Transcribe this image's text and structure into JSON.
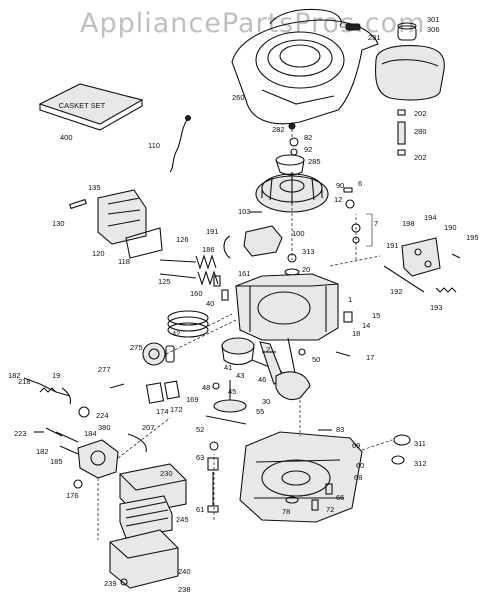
{
  "watermark": "AppliancePartsPros.com",
  "cap_text": "CASKET SET",
  "parts": [
    {
      "id": "p301",
      "label": "301"
    },
    {
      "id": "p306",
      "label": "306"
    },
    {
      "id": "p281",
      "label": "281"
    },
    {
      "id": "p260",
      "label": "260"
    },
    {
      "id": "p282a",
      "label": "282"
    },
    {
      "id": "p202a",
      "label": "202"
    },
    {
      "id": "p280",
      "label": "280"
    },
    {
      "id": "p202b",
      "label": "202"
    },
    {
      "id": "p400",
      "label": "400"
    },
    {
      "id": "p82",
      "label": "82"
    },
    {
      "id": "p92",
      "label": "92"
    },
    {
      "id": "p285",
      "label": "285"
    },
    {
      "id": "p110",
      "label": "110"
    },
    {
      "id": "p90",
      "label": "90"
    },
    {
      "id": "p6",
      "label": "6"
    },
    {
      "id": "p12",
      "label": "12"
    },
    {
      "id": "p135",
      "label": "135"
    },
    {
      "id": "p130",
      "label": "130"
    },
    {
      "id": "p103",
      "label": "103"
    },
    {
      "id": "p7",
      "label": "7"
    },
    {
      "id": "p198",
      "label": "198"
    },
    {
      "id": "p194",
      "label": "194"
    },
    {
      "id": "p190",
      "label": "190"
    },
    {
      "id": "p120",
      "label": "120"
    },
    {
      "id": "p118",
      "label": "118"
    },
    {
      "id": "p191a",
      "label": "191"
    },
    {
      "id": "p100",
      "label": "100"
    },
    {
      "id": "p191b",
      "label": "191"
    },
    {
      "id": "p195",
      "label": "195"
    },
    {
      "id": "p126",
      "label": "126"
    },
    {
      "id": "p186",
      "label": "186"
    },
    {
      "id": "p313",
      "label": "313"
    },
    {
      "id": "p125",
      "label": "125"
    },
    {
      "id": "p20",
      "label": "20"
    },
    {
      "id": "p161",
      "label": "161"
    },
    {
      "id": "p192",
      "label": "192"
    },
    {
      "id": "p1",
      "label": "1"
    },
    {
      "id": "p160",
      "label": "160"
    },
    {
      "id": "p40",
      "label": "40"
    },
    {
      "id": "p193",
      "label": "193"
    },
    {
      "id": "p15",
      "label": "15"
    },
    {
      "id": "p14",
      "label": "14"
    },
    {
      "id": "p42",
      "label": "42"
    },
    {
      "id": "p275",
      "label": "275"
    },
    {
      "id": "p2",
      "label": "2"
    },
    {
      "id": "p50",
      "label": "50"
    },
    {
      "id": "p18",
      "label": "18"
    },
    {
      "id": "p17",
      "label": "17"
    },
    {
      "id": "p41",
      "label": "41"
    },
    {
      "id": "p43",
      "label": "43"
    },
    {
      "id": "p46",
      "label": "46"
    },
    {
      "id": "p277",
      "label": "277"
    },
    {
      "id": "p182a",
      "label": "182"
    },
    {
      "id": "p218",
      "label": "218"
    },
    {
      "id": "p19",
      "label": "19"
    },
    {
      "id": "p30",
      "label": "30"
    },
    {
      "id": "p48",
      "label": "48"
    },
    {
      "id": "p45",
      "label": "45"
    },
    {
      "id": "p174",
      "label": "174"
    },
    {
      "id": "p172",
      "label": "172"
    },
    {
      "id": "p169",
      "label": "169"
    },
    {
      "id": "p55",
      "label": "55"
    },
    {
      "id": "p224",
      "label": "224"
    },
    {
      "id": "p52",
      "label": "52"
    },
    {
      "id": "p223",
      "label": "223"
    },
    {
      "id": "p184",
      "label": "184"
    },
    {
      "id": "p380",
      "label": "380"
    },
    {
      "id": "p207",
      "label": "207"
    },
    {
      "id": "p311",
      "label": "311"
    },
    {
      "id": "p182b",
      "label": "182"
    },
    {
      "id": "p185",
      "label": "185"
    },
    {
      "id": "p83",
      "label": "83"
    },
    {
      "id": "p312",
      "label": "312"
    },
    {
      "id": "p63",
      "label": "63"
    },
    {
      "id": "p60",
      "label": "60"
    },
    {
      "id": "p176",
      "label": "176"
    },
    {
      "id": "p230",
      "label": "230"
    },
    {
      "id": "p69",
      "label": "69"
    },
    {
      "id": "p68",
      "label": "68"
    },
    {
      "id": "p66",
      "label": "66"
    },
    {
      "id": "p78",
      "label": "78"
    },
    {
      "id": "p72",
      "label": "72"
    },
    {
      "id": "p61",
      "label": "61"
    },
    {
      "id": "p245",
      "label": "245"
    },
    {
      "id": "p240",
      "label": "240"
    },
    {
      "id": "p239",
      "label": "239"
    },
    {
      "id": "p238",
      "label": "238"
    }
  ]
}
